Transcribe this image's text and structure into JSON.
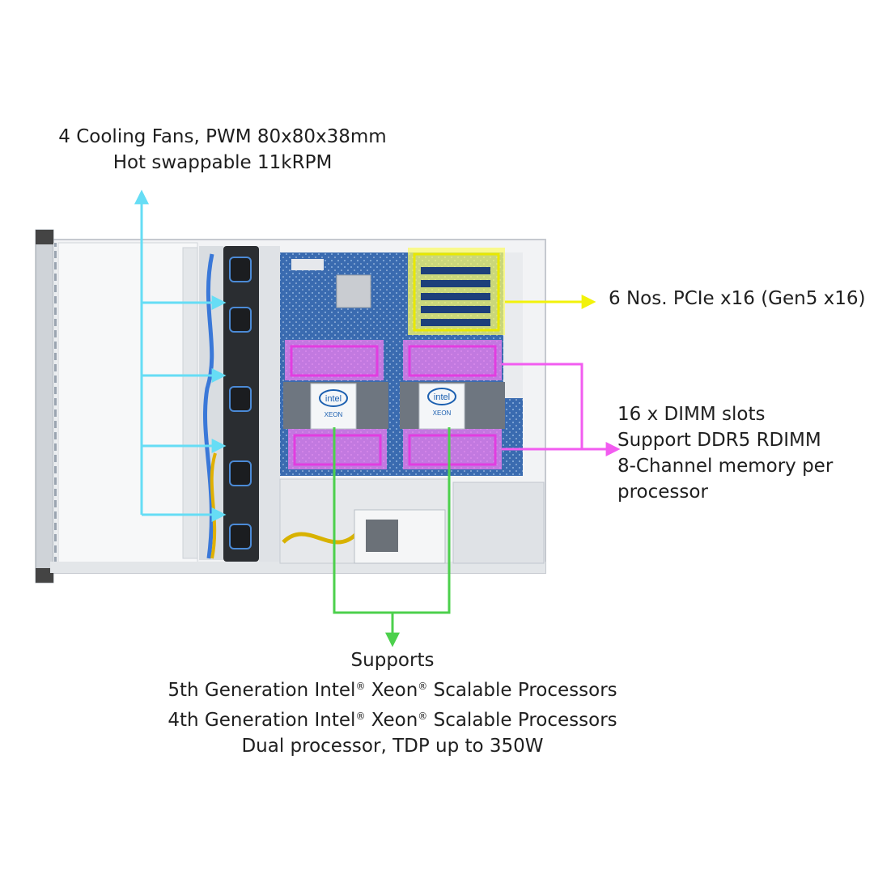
{
  "fans": {
    "line1": "4 Cooling Fans, PWM 80x80x38mm",
    "line2": "Hot swappable 11kRPM"
  },
  "pcie": {
    "label": "6 Nos. PCIe x16 (Gen5 x16)"
  },
  "dimm": {
    "line1": "16 x DIMM slots",
    "line2": "Support DDR5 RDIMM",
    "line3": "8-Channel memory per",
    "line4": "processor"
  },
  "cpu": {
    "line1": "Supports",
    "line2a": "5th Generation Intel",
    "line2b": " Xeon",
    "line2c": " Scalable Processors",
    "line3a": "4th Generation Intel",
    "line3b": " Xeon",
    "line3c": " Scalable Processors",
    "line4": "Dual processor, TDP up to 350W",
    "reg": "®"
  },
  "chips": {
    "brand": "intel",
    "model": "XEON"
  },
  "colors": {
    "fan_arrow": "#66ddf5",
    "pcie_arrow": "#f2f20a",
    "dimm_arrow": "#f25cf0",
    "cpu_arrow": "#4cd04c",
    "board": "#2f5f9e"
  }
}
